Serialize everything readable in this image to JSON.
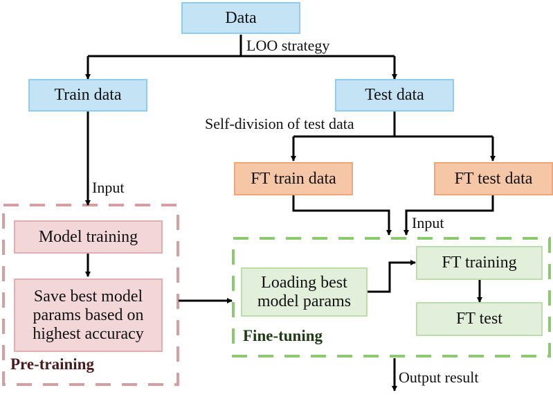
{
  "nodes": {
    "data": "Data",
    "train_data": "Train data",
    "test_data": "Test data",
    "ft_train_data": "FT train data",
    "ft_test_data": "FT test data",
    "model_training": "Model training",
    "save_best": "Save best model params based on highest accuracy",
    "loading_best": "Loading best model params",
    "ft_training": "FT training",
    "ft_test": "FT test"
  },
  "edge_labels": {
    "loo": "LOO strategy",
    "self_division": "Self-division of test data",
    "input_left": "Input",
    "input_right": "Input",
    "output": "Output result"
  },
  "groups": {
    "pretraining": "Pre-training",
    "finetuning": "Fine-tuning"
  },
  "colors": {
    "data_fill": "#c4e4f6",
    "ft_data_fill": "#f6c7a6",
    "pretraining_fill": "#f2d6d8",
    "pretraining_border": "#d49ea2",
    "pretraining_title": "#4a1a1c",
    "finetuning_fill": "#e2efda",
    "finetuning_border": "#8cc970",
    "finetuning_title": "#1e3a14"
  }
}
